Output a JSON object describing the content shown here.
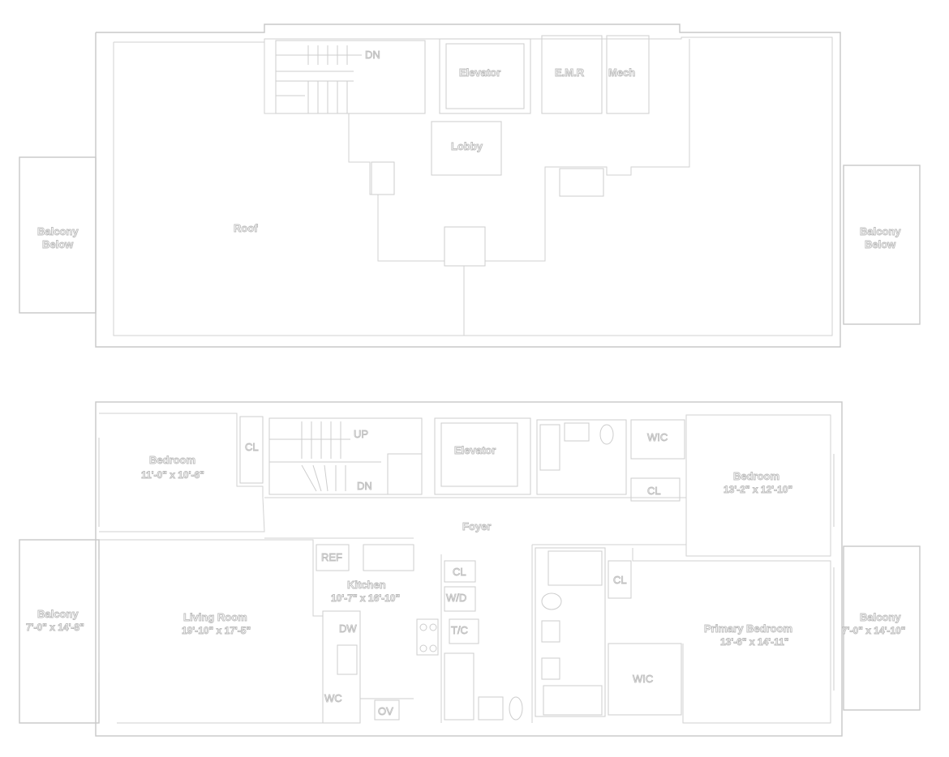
{
  "roof_plan": {
    "labels": {
      "dn": "DN",
      "elevator": "Elevator",
      "emr": "E.M.R",
      "mech": "Mech",
      "lobby": "Lobby",
      "roof": "Roof",
      "balcony_below_left_1": "Balcony",
      "balcony_below_left_2": "Below",
      "balcony_below_right_1": "Balcony",
      "balcony_below_right_2": "Below"
    }
  },
  "unit_plan": {
    "labels": {
      "bedroom_1": "Bedroom",
      "bedroom_1_dim": "11'-0\" x 10'-6\"",
      "cl_1": "CL",
      "up": "UP",
      "dn": "DN",
      "elevator": "Elevator",
      "wic_1": "WIC",
      "cl_2": "CL",
      "bedroom_2": "Bedroom",
      "bedroom_2_dim": "13'-2\" x 12'-10\"",
      "foyer": "Foyer",
      "ref": "REF",
      "kitchen": "Kitchen",
      "kitchen_dim": "10'-7\" x 16'-10\"",
      "cl_3": "CL",
      "wd": "W/D",
      "tc": "T/C",
      "dw": "DW",
      "wc": "WC",
      "ov": "OV",
      "cl_4": "CL",
      "wic_2": "WIC",
      "living_room": "Living Room",
      "living_room_dim": "19'-10\" x 17'-5\"",
      "balcony_left": "Balcony",
      "balcony_left_dim": "7'-0\" x 14'-8\"",
      "primary_bedroom": "Primary Bedroom",
      "primary_bedroom_dim": "13'-6\" x 14'-11\"",
      "balcony_right": "Balcony",
      "balcony_right_dim": "7'-0\" x 14'-10\""
    }
  }
}
